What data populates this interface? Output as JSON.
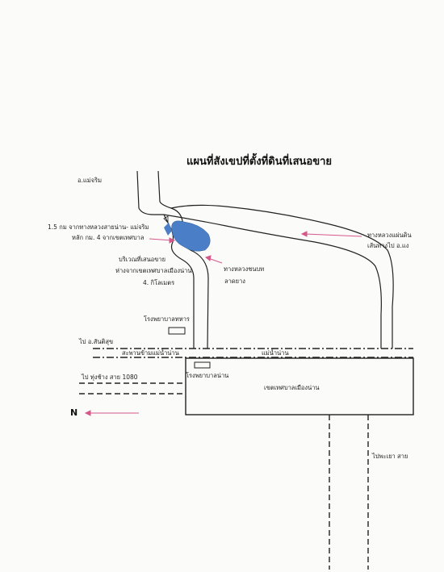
{
  "map": {
    "title": "แผนที่สังเขปที่ตั้งที่ดินที่เสนอขาย",
    "north_label": "N",
    "labels": {
      "mae_charim": "อ.แม่จริม",
      "km_from_junction": "1.5 กม จากทางหลวงสายน่าน- แม่จริม",
      "km_marker": "หลัก กม. 4 จากเขตเทศบาล",
      "proposed_area": "บริเวณที่เสนอขาย",
      "distance_from_municipality": "ห่างจากเขตเทศบาลเมืองน่าน",
      "distance_km": "4. กิโลเมตร",
      "rural_road": "ทางหลวงชนบท",
      "paved": "ลาดยาง",
      "national_highway": "ทางหลวงแผ่นดิน",
      "route_to": "เส้นทางไป อ.แง",
      "military_hospital": "โรงพยาบาลทหาร",
      "to_santisuk": "ไป อ.สันติสุข",
      "bridge": "สะพานข้ามแม่น้ำน่าน",
      "nan_river": "แม่น้ำน่าน",
      "to_tung_chang": "ไป ทุ่งช้าง สาย 1080",
      "nan_hospital": "โรงพยาบาลน่าน",
      "municipality": "เขตเทศบาลเมืองน่าน",
      "to_phayao": "ไปพะเยา สาย"
    },
    "colors": {
      "land_parcel": "#4a7fc8",
      "arrow": "#d6578a",
      "ink": "#222222"
    }
  }
}
